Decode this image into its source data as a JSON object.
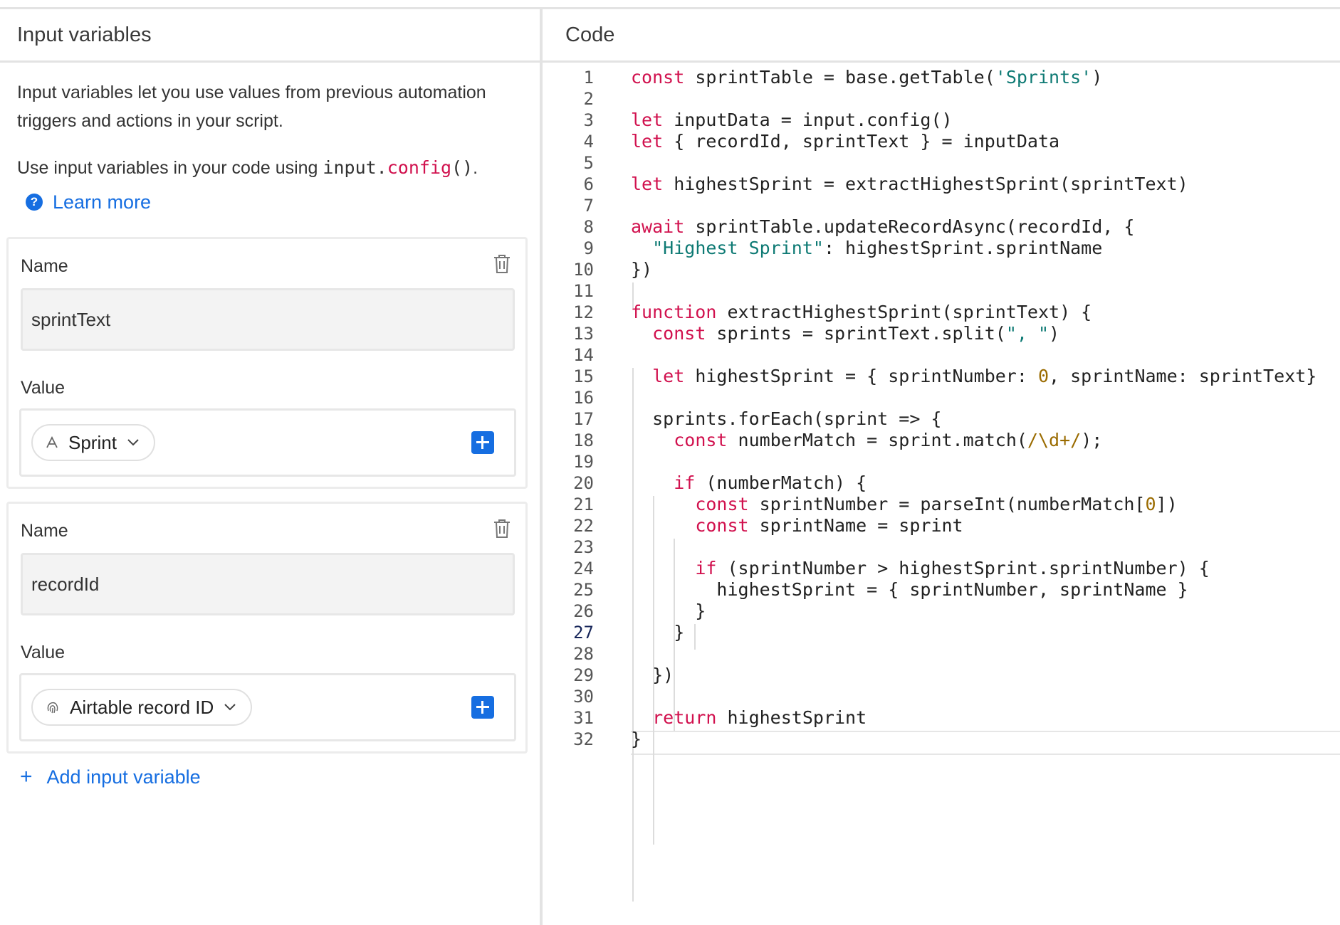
{
  "left_panel": {
    "title": "Input variables",
    "description": "Input variables let you use values from previous automation triggers and actions in your script.",
    "usage_prefix": "Use input variables in your code using ",
    "usage_code_obj": "input.",
    "usage_code_fn": "config",
    "usage_code_parens": "()",
    "usage_suffix": ".",
    "learn_more": "Learn more",
    "help_icon_glyph": "?",
    "variables": [
      {
        "name_label": "Name",
        "name_value": "sprintText",
        "value_label": "Value",
        "value_field": "Sprint",
        "field_icon": "text-field-icon"
      },
      {
        "name_label": "Name",
        "name_value": "recordId",
        "value_label": "Value",
        "value_field": "Airtable record ID",
        "field_icon": "fingerprint-icon"
      }
    ],
    "add_variable": "Add input variable",
    "add_plus": "+"
  },
  "code_panel": {
    "title": "Code",
    "active_line": 27,
    "lines": [
      {
        "num": "1",
        "html": "<span class='k'>const</span> sprintTable = base.getTable(<span class='s'>'Sprints'</span>)"
      },
      {
        "num": "2",
        "html": ""
      },
      {
        "num": "3",
        "html": "<span class='k'>let</span> inputData = input.config()"
      },
      {
        "num": "4",
        "html": "<span class='k'>let</span> { recordId, sprintText } = inputData"
      },
      {
        "num": "5",
        "html": ""
      },
      {
        "num": "6",
        "html": "<span class='k'>let</span> highestSprint = extractHighestSprint(sprintText)"
      },
      {
        "num": "7",
        "html": ""
      },
      {
        "num": "8",
        "html": "<span class='k'>await</span> sprintTable.updateRecordAsync(recordId, {"
      },
      {
        "num": "9",
        "html": "  <span class='s'>\"Highest Sprint\"</span>: highestSprint.sprintName"
      },
      {
        "num": "10",
        "html": "})"
      },
      {
        "num": "11",
        "html": ""
      },
      {
        "num": "12",
        "html": "<span class='k'>function</span> extractHighestSprint(sprintText) {"
      },
      {
        "num": "13",
        "html": "  <span class='k'>const</span> sprints = sprintText.split(<span class='s'>\", \"</span>)"
      },
      {
        "num": "14",
        "html": ""
      },
      {
        "num": "15",
        "html": "  <span class='k'>let</span> highestSprint = { sprintNumber: <span class='n'>0</span>, sprintName: sprintText}"
      },
      {
        "num": "16",
        "html": ""
      },
      {
        "num": "17",
        "html": "  sprints.forEach(sprint => {"
      },
      {
        "num": "18",
        "html": "    <span class='k'>const</span> numberMatch = sprint.match(<span class='n'>/\\d+/</span>);"
      },
      {
        "num": "19",
        "html": ""
      },
      {
        "num": "20",
        "html": "    <span class='k'>if</span> (numberMatch) {"
      },
      {
        "num": "21",
        "html": "      <span class='k'>const</span> sprintNumber = parseInt(numberMatch[<span class='n'>0</span>])"
      },
      {
        "num": "22",
        "html": "      <span class='k'>const</span> sprintName = sprint"
      },
      {
        "num": "23",
        "html": ""
      },
      {
        "num": "24",
        "html": "      <span class='k'>if</span> (sprintNumber > highestSprint.sprintNumber) {"
      },
      {
        "num": "25",
        "html": "        highestSprint = { sprintNumber, sprintName }"
      },
      {
        "num": "26",
        "html": "      }"
      },
      {
        "num": "27",
        "html": "    }"
      },
      {
        "num": "28",
        "html": ""
      },
      {
        "num": "29",
        "html": "  })"
      },
      {
        "num": "30",
        "html": ""
      },
      {
        "num": "31",
        "html": "  <span class='k'>return</span> highestSprint"
      },
      {
        "num": "32",
        "html": "}"
      }
    ]
  },
  "colors": {
    "accent": "#166ee1",
    "keyword": "#d1114e",
    "string": "#0e7a74",
    "number": "#9a6b00"
  }
}
